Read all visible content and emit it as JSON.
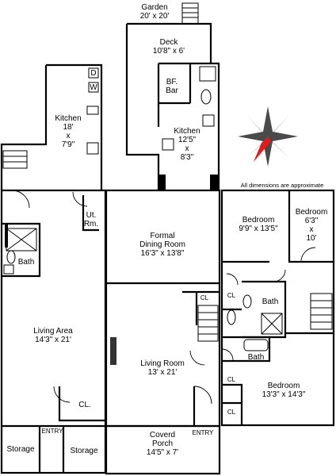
{
  "note": "All dimensions are approximate",
  "rooms": {
    "garden": {
      "name": "Garden",
      "dims": "20' x 20'"
    },
    "deck": {
      "name": "Deck",
      "dims": "10'8\" x 6'"
    },
    "kitchen_left": {
      "name": "Kitchen",
      "line1": "18'",
      "line2": "x",
      "line3": "7'9\""
    },
    "kitchen_mid": {
      "name": "Kitchen",
      "line1": "12'5\"",
      "line2": "x",
      "line3": "8'3\""
    },
    "bf_bar": {
      "line1": "BF.",
      "line2": "Bar"
    },
    "ut_rm": {
      "line1": "Ut.",
      "line2": "Rm."
    },
    "bath_left": {
      "name": "Bath"
    },
    "living_area": {
      "name": "Living Area",
      "dims": "14'3\" x 21'"
    },
    "cl_left": {
      "name": "CL."
    },
    "storage_left": {
      "name": "Storage"
    },
    "storage_right": {
      "name": "Storage"
    },
    "entry_left": {
      "name": "ENTRY"
    },
    "formal_dining": {
      "line1": "Formal",
      "line2": "Dining Room",
      "dims": "16'3\" x 13'8\""
    },
    "living_room": {
      "name": "Living Room",
      "dims": "13' x 21'"
    },
    "cl_mid": {
      "name": "CL"
    },
    "coverd_porch": {
      "line1": "Coverd",
      "line2": "Porch",
      "dims": "14'5\" x 7'"
    },
    "entry_mid": {
      "name": "ENTRY"
    },
    "bedroom_1": {
      "name": "Bedroom",
      "dims": "9'9\" x 13'5\""
    },
    "bedroom_2": {
      "name": "Bedroom",
      "line1": "6'3\"",
      "line2": "x",
      "line3": "10'"
    },
    "bath_right_1": {
      "name": "Bath"
    },
    "bath_right_2": {
      "name": "Bath"
    },
    "bedroom_3": {
      "name": "Bedroom",
      "dims": "13'3\" x 14'3\""
    },
    "cl_right_1": {
      "name": "CL"
    },
    "cl_right_2": {
      "name": "CL"
    },
    "cl_right_3": {
      "name": "CL"
    }
  },
  "appliance_labels": {
    "dryer": "D",
    "washer": "W"
  },
  "colors": {
    "walls": "#000000",
    "compass_dark": "#4a4a4a",
    "compass_red": "#e21b1b"
  }
}
